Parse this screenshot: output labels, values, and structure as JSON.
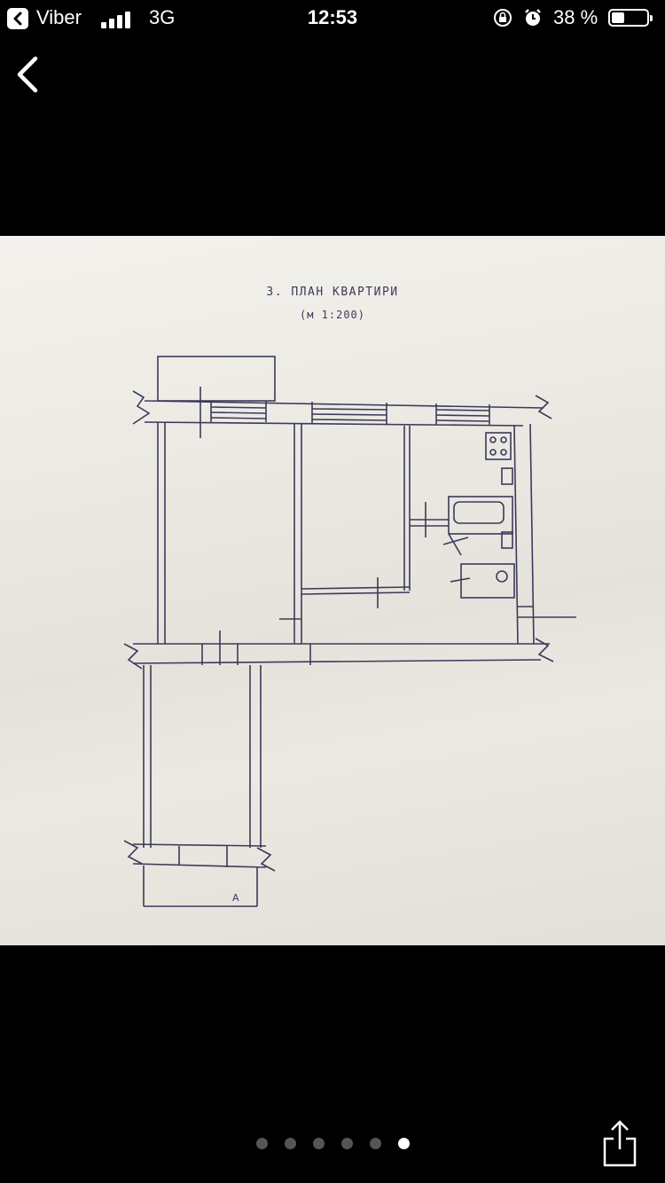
{
  "status_bar": {
    "app_name": "Viber",
    "network": "3G",
    "time": "12:53",
    "battery_text": "38 %",
    "battery_level": 0.38
  },
  "icons": {
    "back_to_app": "chevron-left-icon",
    "nav_back": "chevron-left-icon",
    "share": "share-icon",
    "lock": "rotation-lock-icon",
    "alarm": "alarm-icon"
  },
  "photo": {
    "plan_title": "3. ПЛАН КВАРТИРИ",
    "plan_scale": "(м 1:200)",
    "annotation_mark": "А"
  },
  "pager": {
    "count": 6,
    "active_index": 5
  },
  "colors": {
    "background": "#000000",
    "paper": "#ebe8e2",
    "ink": "#3b3a5a",
    "dot_inactive": "#555555",
    "dot_active": "#ffffff"
  }
}
